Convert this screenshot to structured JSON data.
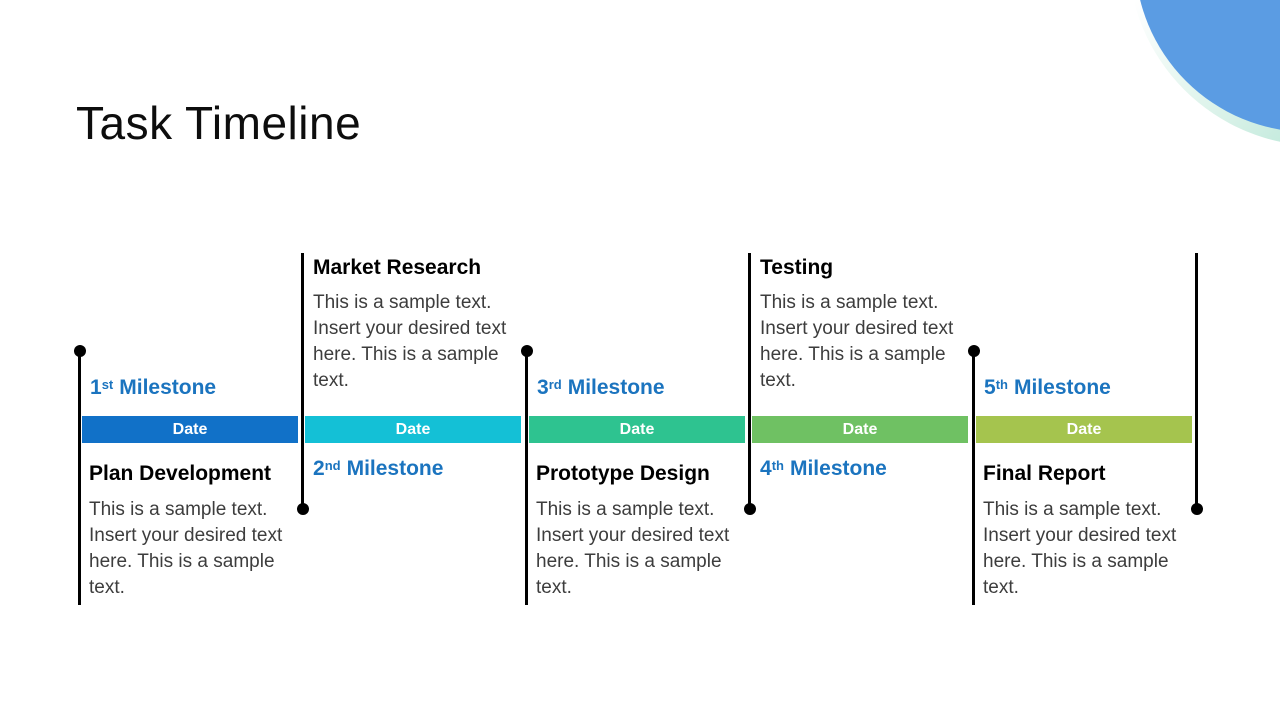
{
  "slide": {
    "title": "Task Timeline"
  },
  "decor": {
    "corner_circle_color": "#5b9ce3",
    "corner_ring_color": "#8ed8c2"
  },
  "timeline": {
    "milestone_text_color": "#1b74bf",
    "connector_color": "#000000",
    "columns": [
      {
        "layout": "text-below",
        "milestone": {
          "num": "1",
          "ordinal": "st",
          "word": "Milestone"
        },
        "date_label": "Date",
        "bar_color": "#1171c8",
        "task_title": "Plan Development",
        "body": "This is a sample text. Insert your desired text here. This is a sample text."
      },
      {
        "layout": "text-above",
        "milestone": {
          "num": "2",
          "ordinal": "nd",
          "word": "Milestone"
        },
        "date_label": "Date",
        "bar_color": "#14c0d6",
        "task_title": "Market Research",
        "body": "This is a sample text. Insert your desired text here. This is a sample text."
      },
      {
        "layout": "text-below",
        "milestone": {
          "num": "3",
          "ordinal": "rd",
          "word": "Milestone"
        },
        "date_label": "Date",
        "bar_color": "#2ec390",
        "task_title": "Prototype Design",
        "body": "This is a sample text. Insert your desired text here. This is a sample text."
      },
      {
        "layout": "text-above",
        "milestone": {
          "num": "4",
          "ordinal": "th",
          "word": "Milestone"
        },
        "date_label": "Date",
        "bar_color": "#6fc163",
        "task_title": "Testing",
        "body": "This is a sample text. Insert your desired text here. This is a sample text."
      },
      {
        "layout": "text-below",
        "milestone": {
          "num": "5",
          "ordinal": "th",
          "word": "Milestone"
        },
        "date_label": "Date",
        "bar_color": "#a5c44e",
        "task_title": "Final Report",
        "body": "This is a sample text. Insert your desired text here. This is a sample text."
      }
    ]
  }
}
